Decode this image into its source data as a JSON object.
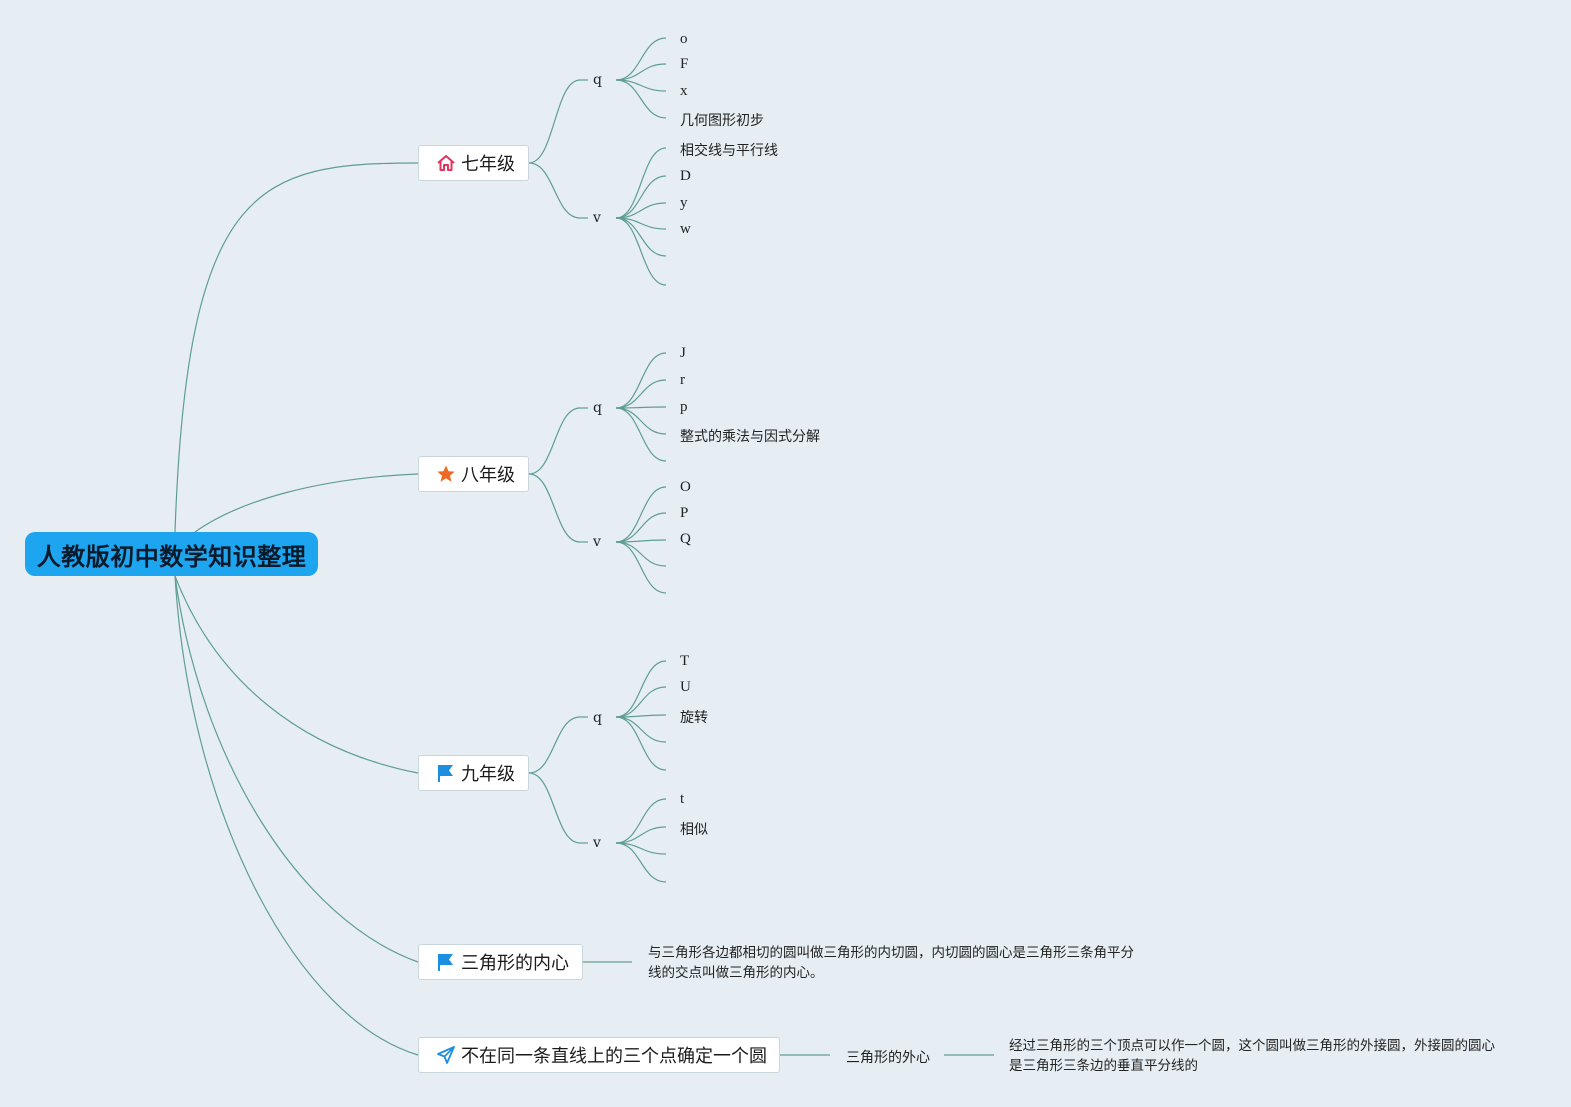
{
  "root": {
    "label": "人教版初中数学知识整理"
  },
  "branches": [
    {
      "label": "七年级",
      "icon": "home-icon",
      "groups": [
        {
          "label": "q",
          "items": [
            "o",
            "F",
            "x",
            "几何图形初步"
          ]
        },
        {
          "label": "v",
          "items": [
            "相交线与平行线",
            "D",
            "y",
            "w",
            "",
            ""
          ]
        }
      ]
    },
    {
      "label": "八年级",
      "icon": "star-icon",
      "groups": [
        {
          "label": "q",
          "items": [
            "J",
            "r",
            "p",
            "整式的乘法与因式分解",
            ""
          ]
        },
        {
          "label": "v",
          "items": [
            "O",
            "P",
            "Q",
            "",
            ""
          ]
        }
      ]
    },
    {
      "label": "九年级",
      "icon": "flag-icon",
      "groups": [
        {
          "label": "q",
          "items": [
            "T",
            "U",
            "旋转",
            "",
            ""
          ]
        },
        {
          "label": "v",
          "items": [
            "t",
            "相似",
            "",
            ""
          ]
        }
      ]
    },
    {
      "label": "三角形的内心",
      "icon": "flag-icon",
      "description": "与三角形各边都相切的圆叫做三角形的内切圆，内切圆的圆心是三角形三条角平分线的交点叫做三角形的内心。"
    },
    {
      "label": "不在同一条直线上的三个点确定一个圆",
      "icon": "paper-plane-icon",
      "child": "三角形的外心",
      "description": "经过三角形的三个顶点可以作一个圆，这个圆叫做三角形的外接圆，外接圆的圆心是三角形三条边的垂直平分线的"
    }
  ],
  "colors": {
    "root_bg": "#1ea5ef",
    "link": "#5f9e8f",
    "background": "#e6eef3",
    "home_icon": "#e0365f",
    "star_icon": "#ee6a24",
    "flag_icon": "#1b8fe0",
    "plane_icon": "#1b8fe0"
  }
}
